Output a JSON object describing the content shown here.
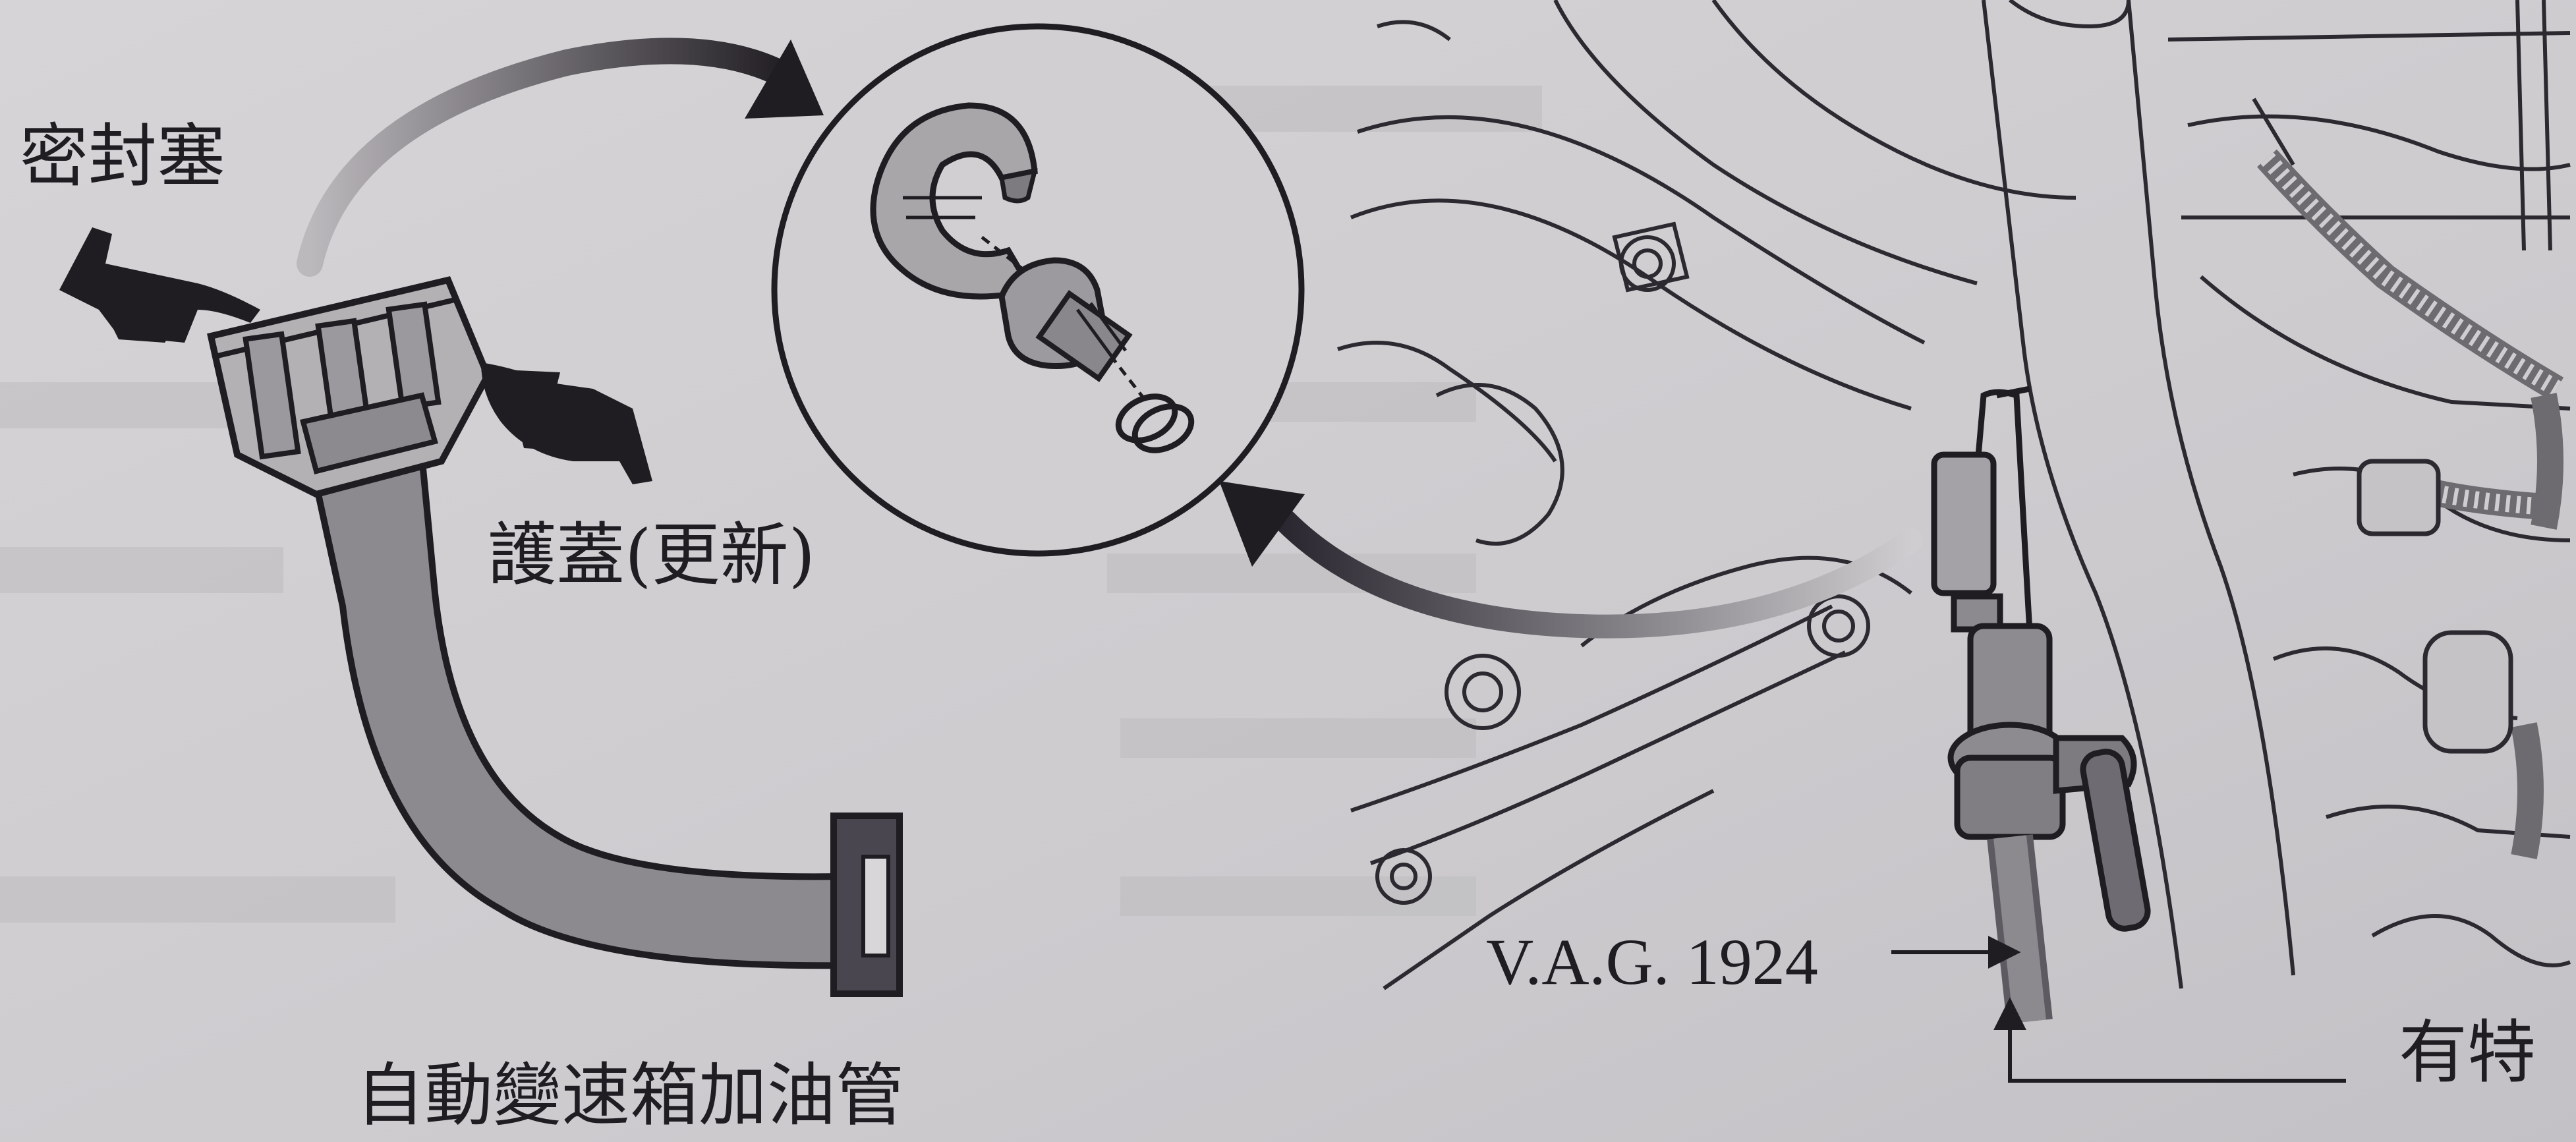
{
  "labels": {
    "seal_plug": "密封塞",
    "protective_cap": "護蓋(更新)",
    "filler_tube": "自動變速箱加油管",
    "tool_code": "V.A.G. 1924",
    "special_tool": "有特"
  },
  "colors": {
    "paper": "#cfcdcf",
    "ink": "#1f1c22",
    "tube_fill": "#8d8a8f",
    "part_fill": "#a9a6aa"
  },
  "icons": [
    "pointing-hand-icon",
    "curved-arrow-icon"
  ]
}
